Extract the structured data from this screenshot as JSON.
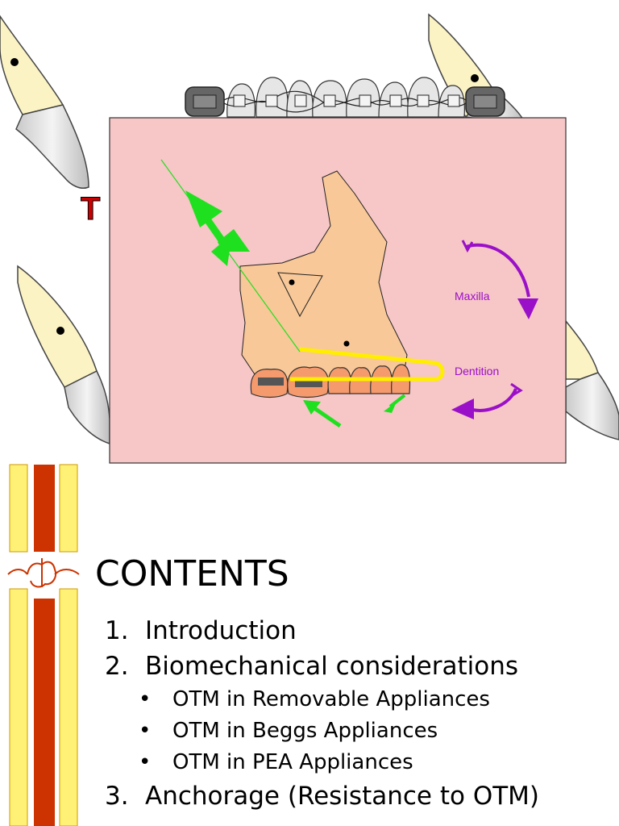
{
  "diagram": {
    "background_color": "#f7c6c7",
    "bone_color": "#f8c898",
    "arrow_green": "#1fe01f",
    "arrow_purple": "#9a10c8",
    "wire_yellow": "#ffee00",
    "labels": {
      "maxilla": "Maxilla",
      "dentition": "Dentition"
    },
    "partial_title_letter": "T"
  },
  "contents": {
    "title": "CONTENTS",
    "items": [
      {
        "number": "1.",
        "label": "Introduction"
      },
      {
        "number": "2.",
        "label": "Biomechanical considerations"
      }
    ],
    "subitems": [
      {
        "bullet": "•",
        "label": "OTM in Removable Appliances"
      },
      {
        "bullet": "•",
        "label": "OTM in Beggs Appliances"
      },
      {
        "bullet": "•",
        "label": "OTM in PEA Appliances"
      }
    ],
    "last_item": {
      "number": "3.",
      "label": "Anchorage (Resistance to OTM)"
    }
  },
  "decor": {
    "stripe_yellow": "#fff176",
    "stripe_red": "#cc3300"
  }
}
